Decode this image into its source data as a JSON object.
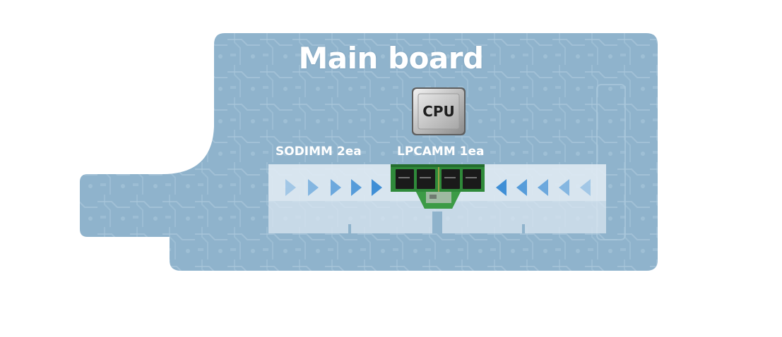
{
  "title": "Main board",
  "cpu_label": "CPU",
  "labels": {
    "sodimm": "SODIMM 2ea",
    "lpcamm": "LPCAMM 1ea"
  },
  "colors": {
    "board": "#8fb3cc",
    "board_trace": "#a9c7db",
    "slot": "#d9e6f0",
    "arrow": "#3f8fd6",
    "module_green": "#2f8a3a",
    "chip": "#1a1a1a",
    "cpu_silver": "#c8c8c8"
  },
  "icons": {
    "cpu": "cpu-chip-icon",
    "module": "lpcamm-module-icon",
    "arrows": "chevron-arrow-icon"
  }
}
